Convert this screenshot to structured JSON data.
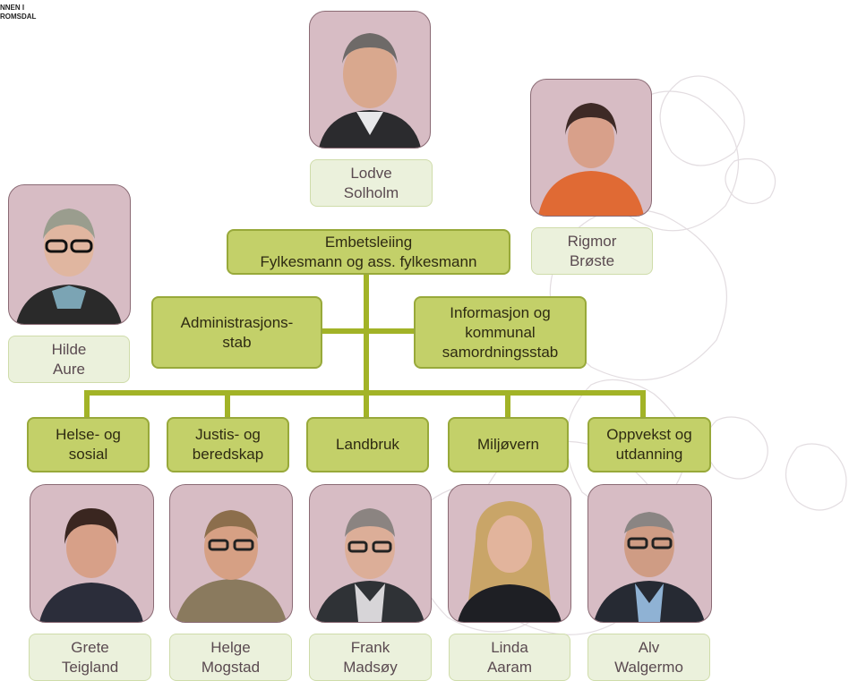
{
  "logo": {
    "line1": "NNEN I",
    "line2": "ROMSDAL"
  },
  "leadership": {
    "line1": "Embetsleiing",
    "line2": "Fylkesmann og ass. fylkesmann"
  },
  "staff_left": {
    "line1": "Administrasjons-",
    "line2": "stab"
  },
  "staff_right": {
    "line1": "Informasjon og",
    "line2": "kommunal",
    "line3": "samordningsstab"
  },
  "departments": [
    {
      "line1": "Helse- og",
      "line2": "sosial"
    },
    {
      "line1": "Justis- og",
      "line2": "beredskap"
    },
    {
      "line1": "Landbruk",
      "line2": ""
    },
    {
      "line1": "Miljøvern",
      "line2": ""
    },
    {
      "line1": "Oppvekst og",
      "line2": "utdanning"
    }
  ],
  "people": {
    "lodve": {
      "first": "Lodve",
      "last": "Solholm"
    },
    "rigmor": {
      "first": "Rigmor",
      "last": "Brøste"
    },
    "hilde": {
      "first": "Hilde",
      "last": "Aure"
    },
    "grete": {
      "first": "Grete",
      "last": "Teigland"
    },
    "helge": {
      "first": "Helge",
      "last": "Mogstad"
    },
    "frank": {
      "first": "Frank",
      "last": "Madsøy"
    },
    "linda": {
      "first": "Linda",
      "last": "Aaram"
    },
    "alv": {
      "first": "Alv",
      "last": "Walgermo"
    }
  },
  "colors": {
    "unit_fill": "#c3d069",
    "unit_border": "#98a93a",
    "name_fill": "#ebf1dc",
    "photo_bg": "#d7bcc4",
    "connector": "#a2b327"
  }
}
